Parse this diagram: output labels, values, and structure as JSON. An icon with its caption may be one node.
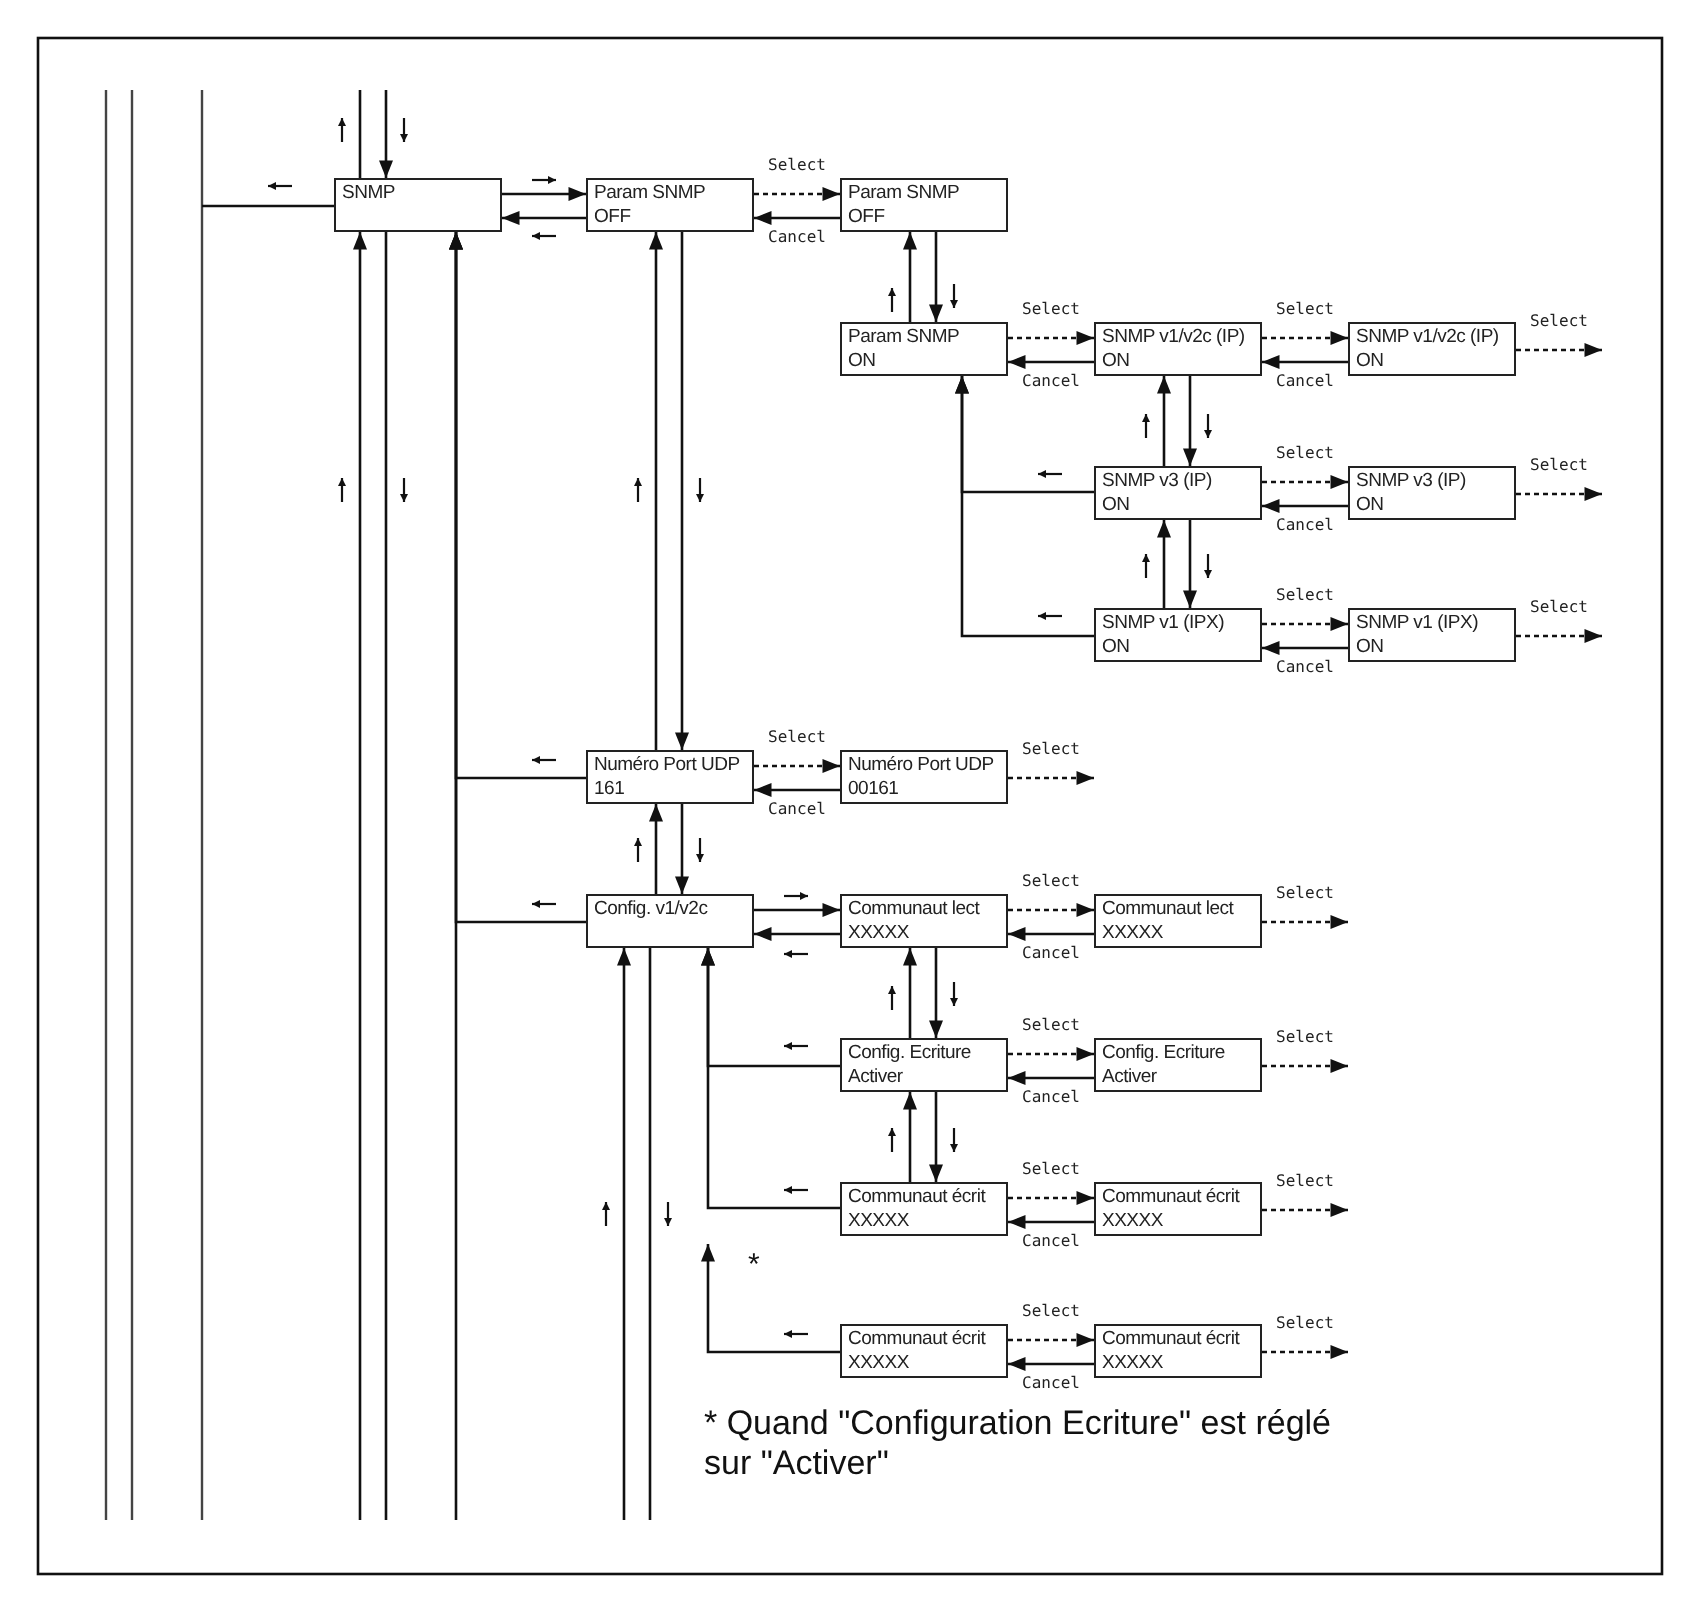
{
  "diagram": {
    "nodes": [
      {
        "text": [
          "SNMP"
        ]
      },
      {
        "text": [
          "Param SNMP",
          "OFF"
        ]
      },
      {
        "text": [
          "Param SNMP",
          "OFF"
        ]
      },
      {
        "text": [
          "Param SNMP",
          "ON"
        ]
      },
      {
        "text": [
          "SNMP v1/v2c (IP)",
          "ON"
        ]
      },
      {
        "text": [
          "SNMP v1/v2c (IP)",
          "ON"
        ]
      },
      {
        "text": [
          "SNMP v3 (IP)",
          "ON"
        ]
      },
      {
        "text": [
          "SNMP v3 (IP)",
          "ON"
        ]
      },
      {
        "text": [
          "SNMP v1 (IPX)",
          "ON"
        ]
      },
      {
        "text": [
          "SNMP v1 (IPX)",
          "ON"
        ]
      },
      {
        "text": [
          "Numéro Port UDP",
          "161"
        ]
      },
      {
        "text": [
          "Numéro Port UDP",
          "00161"
        ]
      },
      {
        "text": [
          "Config. v1/v2c"
        ]
      },
      {
        "text": [
          "Communaut lect",
          "XXXXX"
        ]
      },
      {
        "text": [
          "Communaut lect",
          "XXXXX"
        ]
      },
      {
        "text": [
          "Config. Ecriture",
          "Activer"
        ]
      },
      {
        "text": [
          "Config. Ecriture",
          "Activer"
        ]
      },
      {
        "text": [
          "Communaut écrit",
          "XXXXX"
        ]
      },
      {
        "text": [
          "Communaut écrit",
          "XXXXX"
        ]
      },
      {
        "text": [
          "Communaut écrit",
          "XXXXX"
        ]
      },
      {
        "text": [
          "Communaut écrit",
          "XXXXX"
        ]
      }
    ],
    "edges": [
      {
        "from": null,
        "to": 0,
        "arrow": "to"
      },
      {
        "from": 0,
        "to": null,
        "arrow": "none"
      },
      {
        "from": null,
        "to": 0,
        "arrow": "to"
      },
      {
        "from": 0,
        "to": null,
        "arrow": "none"
      },
      {
        "from": 0,
        "to": null,
        "arrow": "none"
      },
      {
        "from": null,
        "to": 0,
        "arrow": "to"
      },
      {
        "from": 10,
        "to": 0,
        "arrow": "to"
      },
      {
        "from": 12,
        "to": 0,
        "arrow": "to"
      },
      {
        "from": 0,
        "to": 1,
        "arrow": "to"
      },
      {
        "from": 1,
        "to": 0,
        "arrow": "to"
      },
      {
        "from": 1,
        "to": 2,
        "arrow": "to",
        "label": "Select",
        "style": "dashed"
      },
      {
        "from": 2,
        "to": 1,
        "arrow": "to",
        "label": "Cancel"
      },
      {
        "from": 3,
        "to": 2,
        "arrow": "to"
      },
      {
        "from": 2,
        "to": 3,
        "arrow": "to"
      },
      {
        "from": 3,
        "to": 4,
        "arrow": "to",
        "label": "Select",
        "style": "dashed"
      },
      {
        "from": 4,
        "to": 3,
        "arrow": "to",
        "label": "Cancel"
      },
      {
        "from": 4,
        "to": 5,
        "arrow": "to",
        "label": "Select",
        "style": "dashed"
      },
      {
        "from": 5,
        "to": 4,
        "arrow": "to",
        "label": "Cancel"
      },
      {
        "from": 5,
        "to": null,
        "arrow": "to",
        "label": "Select",
        "style": "dashed"
      },
      {
        "from": 6,
        "to": 4,
        "arrow": "to"
      },
      {
        "from": 4,
        "to": 6,
        "arrow": "to"
      },
      {
        "from": 6,
        "to": 3,
        "arrow": "to"
      },
      {
        "from": 6,
        "to": 7,
        "arrow": "to",
        "label": "Select",
        "style": "dashed"
      },
      {
        "from": 7,
        "to": 6,
        "arrow": "to",
        "label": "Cancel"
      },
      {
        "from": 7,
        "to": null,
        "arrow": "to",
        "label": "Select",
        "style": "dashed"
      },
      {
        "from": 8,
        "to": 6,
        "arrow": "to"
      },
      {
        "from": 6,
        "to": 8,
        "arrow": "to"
      },
      {
        "from": 8,
        "to": 3,
        "arrow": "to"
      },
      {
        "from": 8,
        "to": 9,
        "arrow": "to",
        "label": "Select",
        "style": "dashed"
      },
      {
        "from": 9,
        "to": 8,
        "arrow": "to",
        "label": "Cancel"
      },
      {
        "from": 9,
        "to": null,
        "arrow": "to",
        "label": "Select",
        "style": "dashed"
      },
      {
        "from": 10,
        "to": 1,
        "arrow": "to"
      },
      {
        "from": 1,
        "to": 10,
        "arrow": "to"
      },
      {
        "from": 10,
        "to": 11,
        "arrow": "to",
        "label": "Select",
        "style": "dashed"
      },
      {
        "from": 11,
        "to": 10,
        "arrow": "to",
        "label": "Cancel"
      },
      {
        "from": 11,
        "to": null,
        "arrow": "to",
        "label": "Select",
        "style": "dashed"
      },
      {
        "from": 12,
        "to": 10,
        "arrow": "to"
      },
      {
        "from": 10,
        "to": 12,
        "arrow": "to"
      },
      {
        "from": 12,
        "to": 13,
        "arrow": "to"
      },
      {
        "from": 13,
        "to": 12,
        "arrow": "to"
      },
      {
        "from": 13,
        "to": 14,
        "arrow": "to",
        "label": "Select",
        "style": "dashed"
      },
      {
        "from": 14,
        "to": 13,
        "arrow": "to",
        "label": "Cancel"
      },
      {
        "from": 14,
        "to": null,
        "arrow": "to",
        "label": "Select",
        "style": "dashed"
      },
      {
        "from": 15,
        "to": 13,
        "arrow": "to"
      },
      {
        "from": 13,
        "to": 15,
        "arrow": "to"
      },
      {
        "from": 15,
        "to": 12,
        "arrow": "to"
      },
      {
        "from": 15,
        "to": 16,
        "arrow": "to",
        "label": "Select",
        "style": "dashed"
      },
      {
        "from": 16,
        "to": 15,
        "arrow": "to",
        "label": "Cancel"
      },
      {
        "from": 16,
        "to": null,
        "arrow": "to",
        "label": "Select",
        "style": "dashed"
      },
      {
        "from": 17,
        "to": 15,
        "arrow": "to"
      },
      {
        "from": 15,
        "to": 17,
        "arrow": "to"
      },
      {
        "from": 17,
        "to": 12,
        "arrow": "to"
      },
      {
        "from": 17,
        "to": 18,
        "arrow": "to",
        "label": "Select",
        "style": "dashed"
      },
      {
        "from": 18,
        "to": 17,
        "arrow": "to",
        "label": "Cancel"
      },
      {
        "from": 18,
        "to": null,
        "arrow": "to",
        "label": "Select",
        "style": "dashed"
      },
      {
        "from": 19,
        "to": null,
        "arrow": "to"
      },
      {
        "from": 19,
        "to": 20,
        "arrow": "to",
        "label": "Select",
        "style": "dashed"
      },
      {
        "from": 20,
        "to": 19,
        "arrow": "to",
        "label": "Cancel"
      },
      {
        "from": 20,
        "to": null,
        "arrow": "to",
        "label": "Select",
        "style": "dashed"
      },
      {
        "from": null,
        "to": 12,
        "arrow": "to"
      },
      {
        "from": 12,
        "to": null,
        "arrow": "none"
      }
    ],
    "labels": [
      "*",
      "* Quand \"Configuration Ecriture\" est réglé sur \"Activer\""
    ]
  }
}
